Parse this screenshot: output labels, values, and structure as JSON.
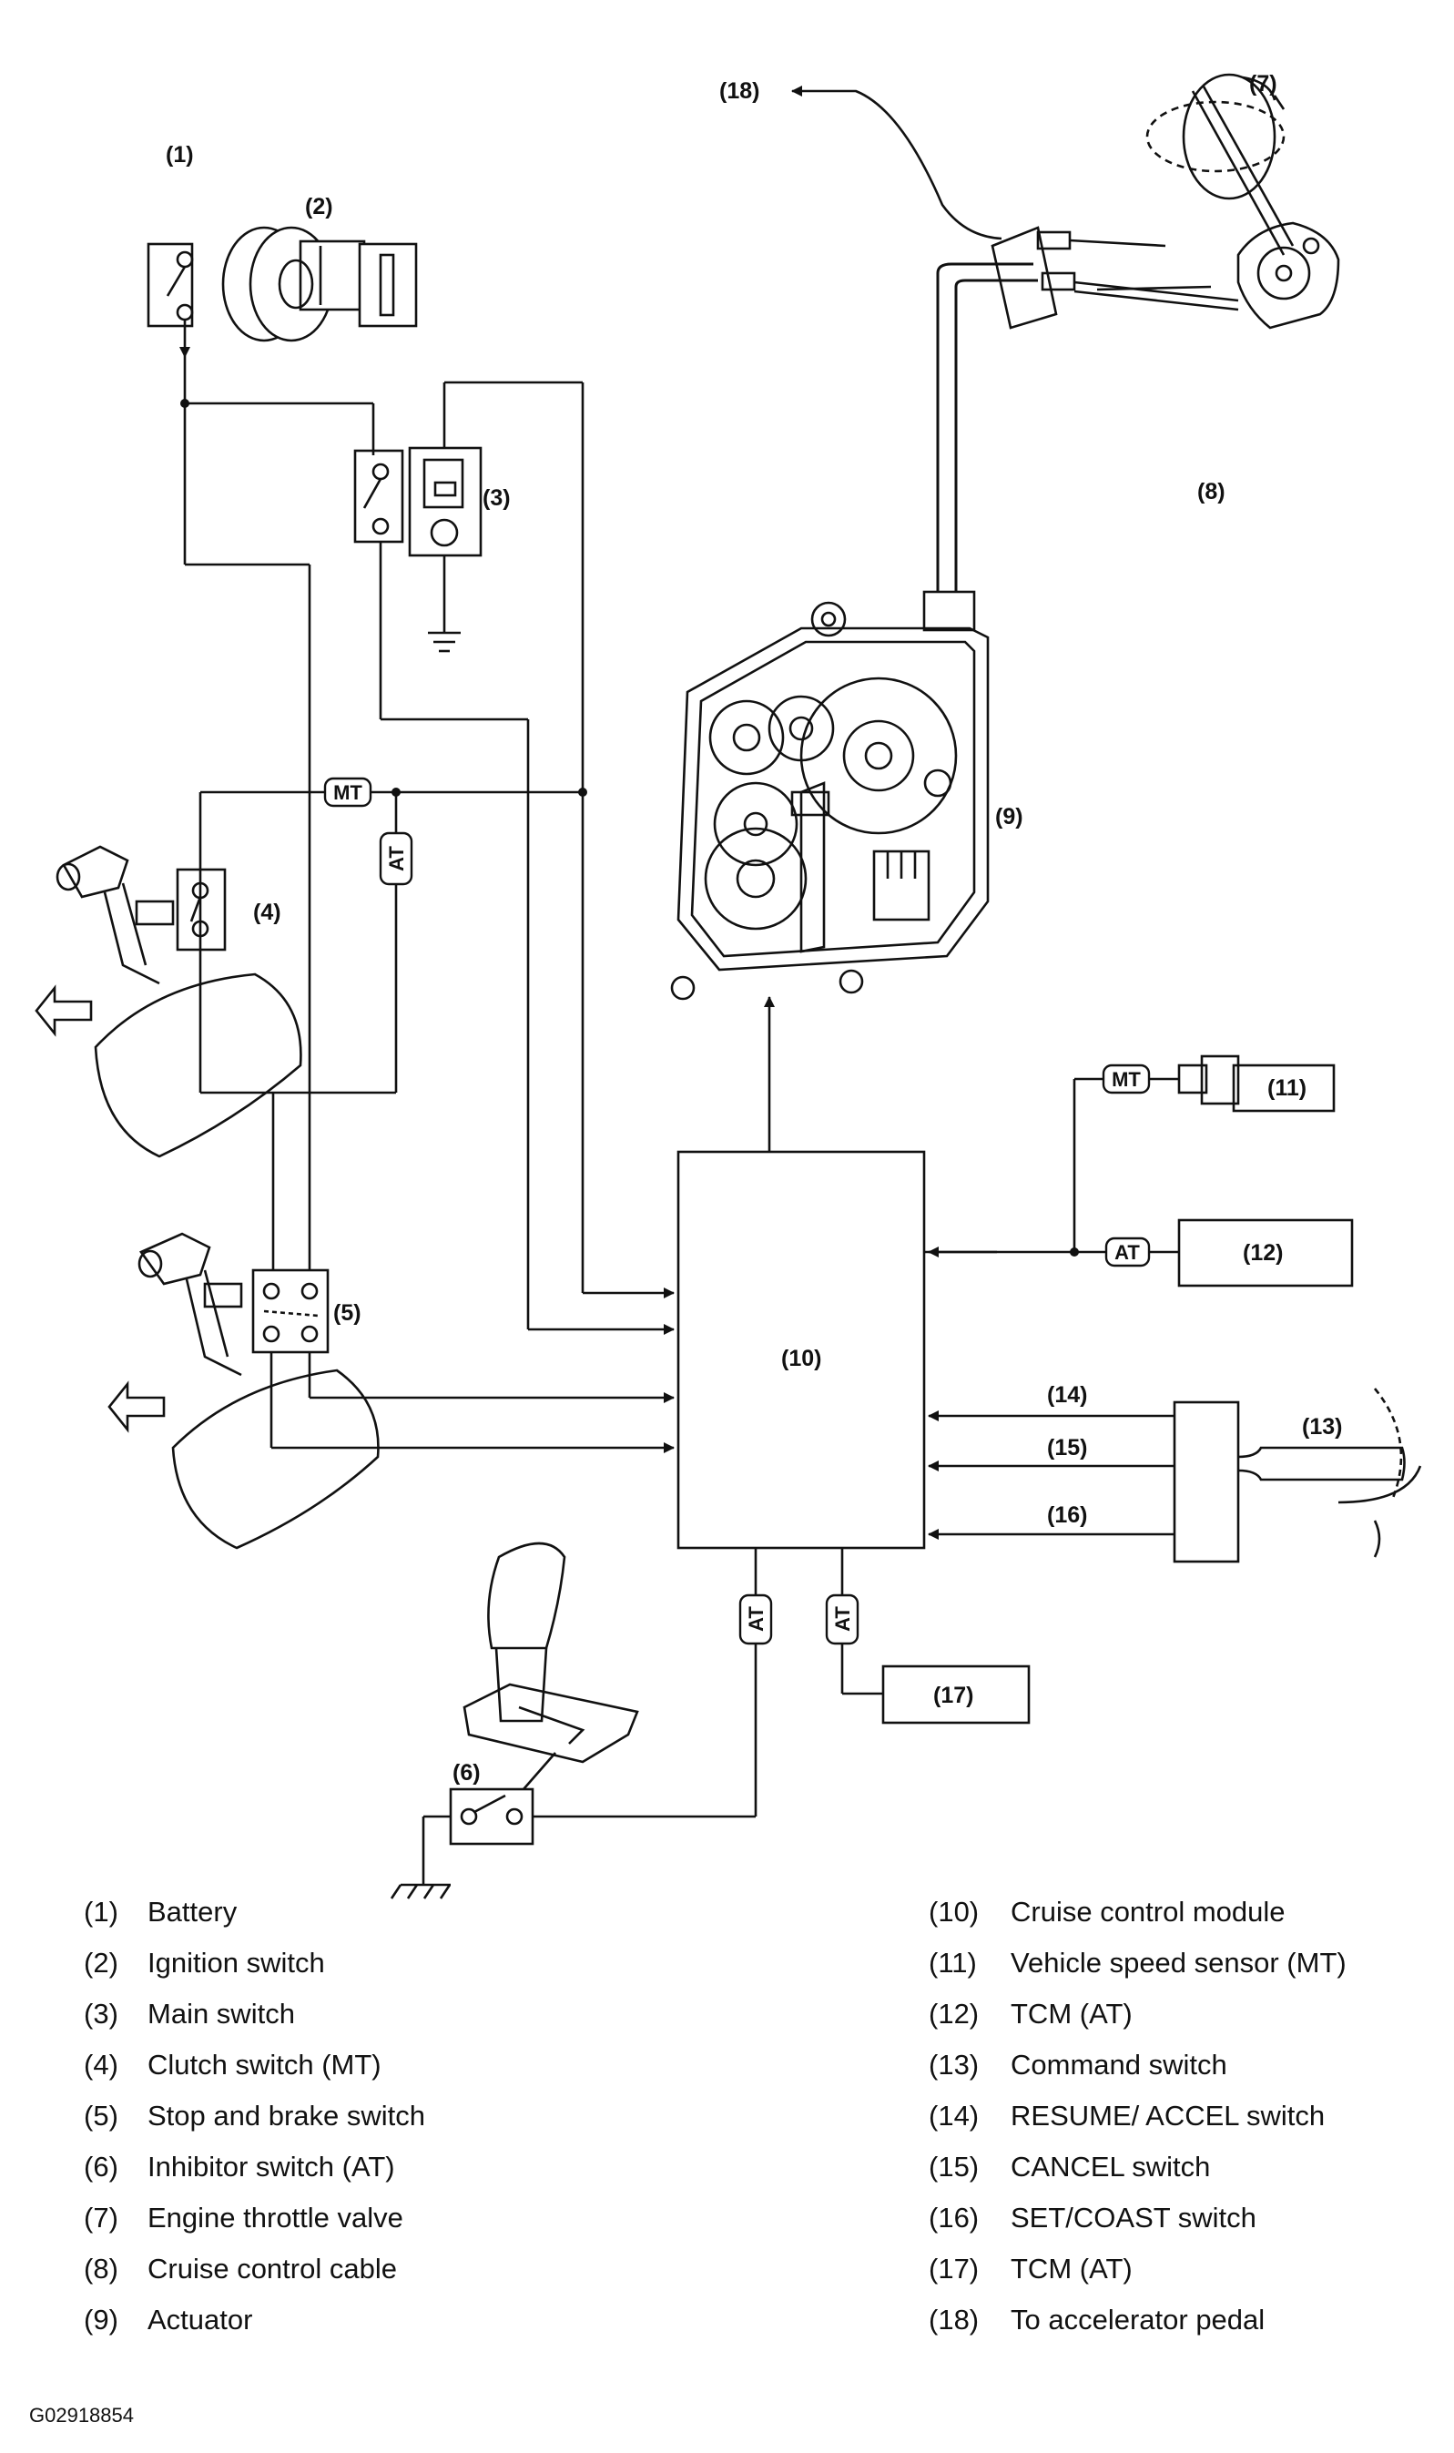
{
  "callouts": {
    "c1": "(1)",
    "c2": "(2)",
    "c3": "(3)",
    "c4": "(4)",
    "c5": "(5)",
    "c6": "(6)",
    "c7": "(7)",
    "c8": "(8)",
    "c9": "(9)",
    "c10": "(10)",
    "c11": "(11)",
    "c12": "(12)",
    "c13": "(13)",
    "c14": "(14)",
    "c15": "(15)",
    "c16": "(16)",
    "c17": "(17)",
    "c18": "(18)"
  },
  "tags": {
    "mt": "MT",
    "at": "AT"
  },
  "legend_left": [
    {
      "num": "(1)",
      "text": "Battery"
    },
    {
      "num": "(2)",
      "text": "Ignition switch"
    },
    {
      "num": "(3)",
      "text": "Main switch"
    },
    {
      "num": "(4)",
      "text": "Clutch switch (MT)"
    },
    {
      "num": "(5)",
      "text": "Stop and brake switch"
    },
    {
      "num": "(6)",
      "text": "Inhibitor switch (AT)"
    },
    {
      "num": "(7)",
      "text": "Engine throttle valve"
    },
    {
      "num": "(8)",
      "text": "Cruise control cable"
    },
    {
      "num": "(9)",
      "text": "Actuator"
    }
  ],
  "legend_right": [
    {
      "num": "(10)",
      "text": "Cruise control module"
    },
    {
      "num": "(11)",
      "text": "Vehicle speed sensor (MT)"
    },
    {
      "num": "(12)",
      "text": "TCM (AT)"
    },
    {
      "num": "(13)",
      "text": "Command switch"
    },
    {
      "num": "(14)",
      "text": "RESUME/ ACCEL switch"
    },
    {
      "num": "(15)",
      "text": "CANCEL switch"
    },
    {
      "num": "(16)",
      "text": "SET/COAST switch"
    },
    {
      "num": "(17)",
      "text": "TCM (AT)"
    },
    {
      "num": "(18)",
      "text": "To accelerator pedal"
    }
  ],
  "figure_code": "G02918854"
}
